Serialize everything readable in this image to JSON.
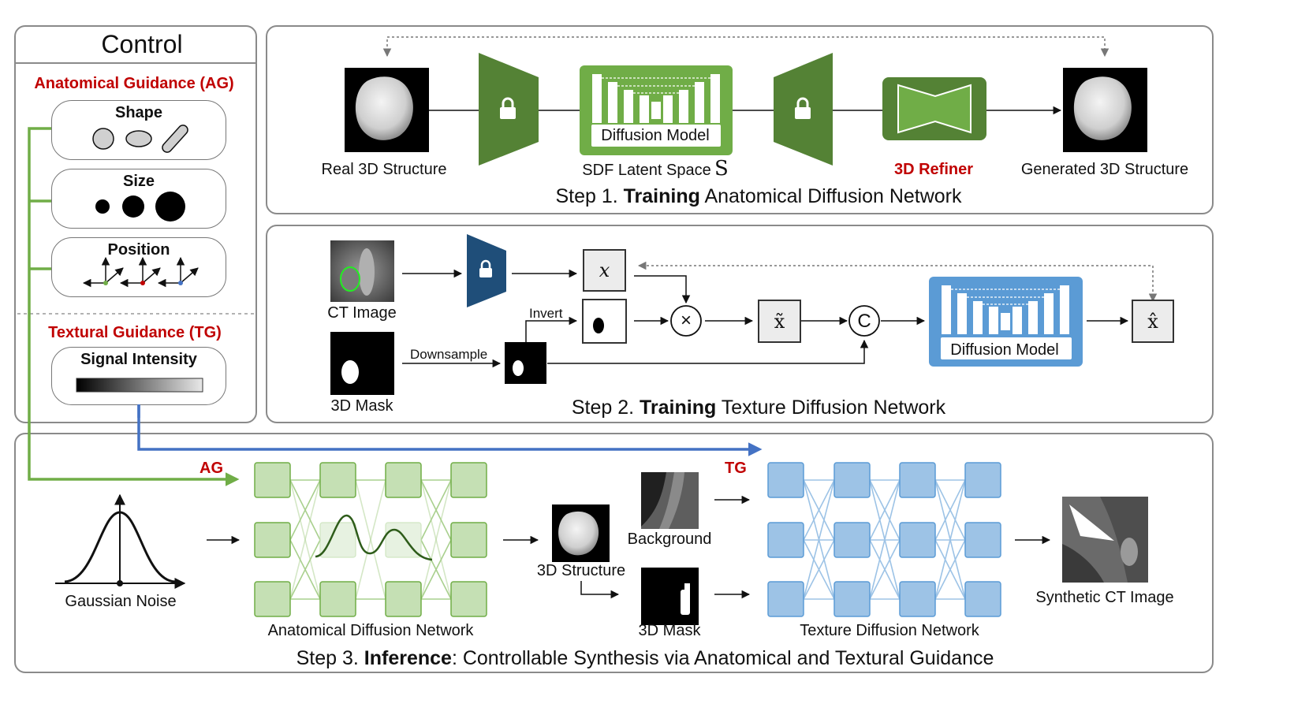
{
  "control": {
    "title": "Control",
    "ag_heading": "Anatomical Guidance (AG)",
    "shape_label": "Shape",
    "size_label": "Size",
    "position_label": "Position",
    "tg_heading": "Textural Guidance (TG)",
    "signal_label": "Signal Intensity"
  },
  "step1": {
    "real_label": "Real 3D Structure",
    "diffusion_label": "Diffusion Model",
    "sdf_label": "SDF Latent Space",
    "sdf_symbol": "S",
    "refiner_label": "3D Refiner",
    "generated_label": "Generated 3D Structure",
    "caption_pre": "Step 1. ",
    "caption_bold": "Training",
    "caption_post": " Anatomical Diffusion Network"
  },
  "step2": {
    "ct_label": "CT Image",
    "mask_label": "3D Mask",
    "downsample_label": "Downsample",
    "invert_label": "Invert",
    "x_symbol": "x",
    "multiply_symbol": "×",
    "xtilde_symbol": "x̃",
    "concat_symbol": "C",
    "diffusion_label": "Diffusion Model",
    "xhat_symbol": "x̂",
    "caption_pre": "Step 2. ",
    "caption_bold": "Training",
    "caption_post": " Texture Diffusion Network"
  },
  "step3": {
    "ag_tag": "AG",
    "tg_tag": "TG",
    "noise_label": "Gaussian Noise",
    "anatomical_label": "Anatomical Diffusion Network",
    "structure_label": "3D Structure",
    "background_label": "Background",
    "mask_label": "3D Mask",
    "texture_label": "Texture Diffusion Network",
    "synthetic_label": "Synthetic CT Image",
    "caption_pre": "Step 3. ",
    "caption_bold": "Inference",
    "caption_post": ": Controllable Synthesis via Anatomical and Textural Guidance"
  },
  "colors": {
    "green": "#548235",
    "green_light": "#70ad47",
    "green_node": "#c5e0b4",
    "blue": "#4472c4",
    "blue_dark": "#1f4e79",
    "blue_node": "#9dc3e6",
    "blue_model": "#5b9bd5",
    "red": "#c00000"
  }
}
